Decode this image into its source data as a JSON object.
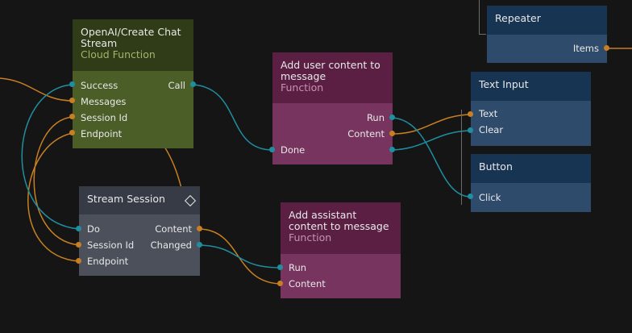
{
  "colors": {
    "canvas": "#151515",
    "function_header": "#5b1f43",
    "function_body": "#76345e",
    "cloud_header": "#2f3c17",
    "cloud_body": "#4b5e28",
    "visual_header": "#173453",
    "visual_body": "#2f4b6b",
    "stream_header": "#363b45",
    "stream_body": "#4b505b",
    "signal_wire": "#1f8fa0",
    "data_wire": "#c77f22"
  },
  "nodes": {
    "openai": {
      "title": "OpenAI/Create Chat Stream",
      "subtitle": "Cloud Function",
      "ports": {
        "success": "Success",
        "call": "Call",
        "messages": "Messages",
        "session_id": "Session Id",
        "endpoint": "Endpoint"
      }
    },
    "add_user": {
      "title": "Add user content to message",
      "subtitle": "Function",
      "ports": {
        "run": "Run",
        "content": "Content",
        "done": "Done"
      }
    },
    "stream_session": {
      "title": "Stream Session",
      "icon": "diamond-icon",
      "ports": {
        "do": "Do",
        "content": "Content",
        "session_id": "Session Id",
        "changed": "Changed",
        "endpoint": "Endpoint"
      }
    },
    "add_assistant": {
      "title": "Add assistant content to message",
      "subtitle": "Function",
      "ports": {
        "run": "Run",
        "content": "Content"
      }
    },
    "repeater": {
      "title": "Repeater",
      "ports": {
        "items": "Items"
      }
    },
    "text_input": {
      "title": "Text Input",
      "ports": {
        "text": "Text",
        "clear": "Clear"
      }
    },
    "button": {
      "title": "Button",
      "ports": {
        "click": "Click"
      }
    }
  }
}
